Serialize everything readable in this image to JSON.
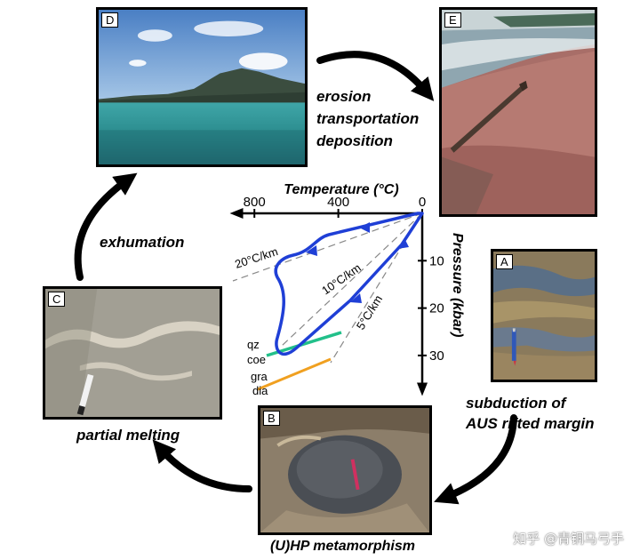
{
  "panels": {
    "A": {
      "tag": "A"
    },
    "B": {
      "tag": "B"
    },
    "C": {
      "tag": "C"
    },
    "D": {
      "tag": "D"
    },
    "E": {
      "tag": "E"
    }
  },
  "stages": {
    "erosion": [
      "erosion",
      "transportation",
      "deposition"
    ],
    "exhumation": "exhumation",
    "subduction": [
      "subduction of",
      "AUS rifted margin"
    ],
    "partial_melting": "partial melting",
    "metamorphism": "(U)HP metamorphism"
  },
  "pt_diagram": {
    "temperature_label": "Temperature (°C)",
    "pressure_label": "Pressure (kbar)",
    "temperature_ticks": [
      "800",
      "400",
      "0"
    ],
    "pressure_ticks": [
      "10",
      "20",
      "30"
    ],
    "gradients": [
      "20°C/km",
      "10°C/km",
      "5°C/km"
    ],
    "reactions": [
      "qz",
      "coe",
      "gra",
      "dia"
    ],
    "colors": {
      "path": "#1f3fd6",
      "qz_coe": "#22c08a",
      "gra_dia": "#f0a020",
      "geotherm": "#888888"
    }
  },
  "watermark": "知乎 @青铜马弓手"
}
